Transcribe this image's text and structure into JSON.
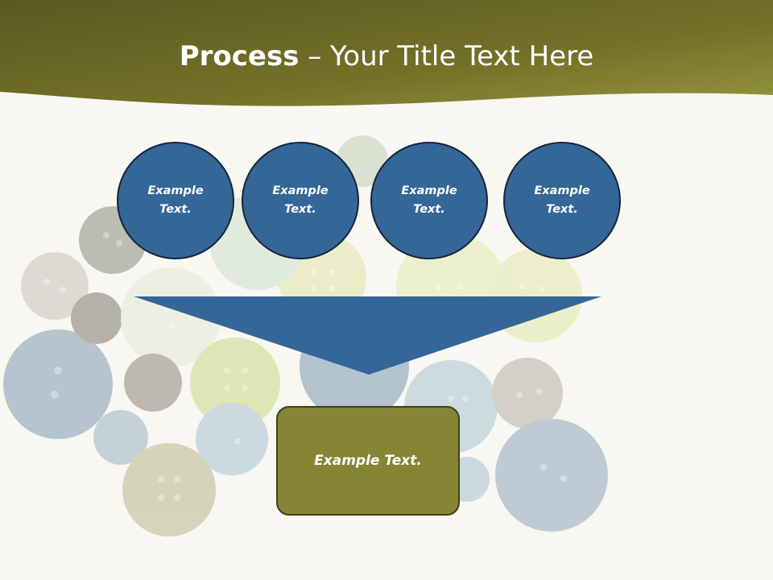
{
  "slide": {
    "title_bold": "Process",
    "title_rest": " – Your Title Text Here"
  },
  "process_steps": [
    {
      "label": "Example Text."
    },
    {
      "label": "Example Text."
    },
    {
      "label": "Example Text."
    },
    {
      "label": "Example Text."
    }
  ],
  "result": {
    "label": "Example Text."
  },
  "colors": {
    "header_band": "#6b6b24",
    "step_fill": "#346698",
    "result_fill": "#858535",
    "background": "#f8f7f2"
  }
}
